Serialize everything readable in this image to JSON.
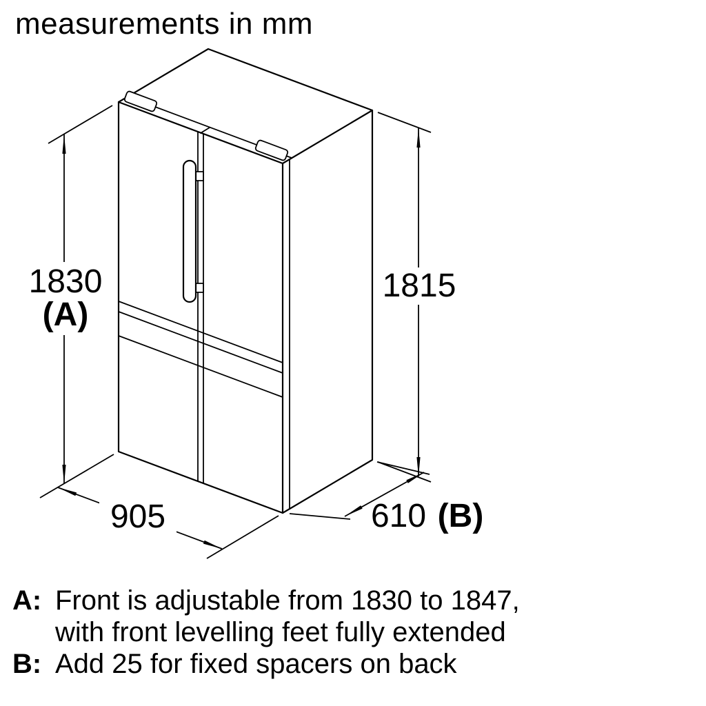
{
  "title": "measurements in mm",
  "dimensions": {
    "front_height": {
      "value": "1830",
      "suffix": "(A)"
    },
    "back_height": {
      "value": "1815"
    },
    "width": {
      "value": "905"
    },
    "depth": {
      "value": "610",
      "suffix": "(B)"
    }
  },
  "notes": [
    {
      "prefix": "A:",
      "lines": [
        "Front is adjustable from 1830 to 1847,",
        "with front levelling feet fully extended"
      ]
    },
    {
      "prefix": "B:",
      "lines": [
        "Add 25 for fixed spacers on back"
      ]
    }
  ],
  "colors": {
    "line": "#000000",
    "background": "#ffffff"
  }
}
